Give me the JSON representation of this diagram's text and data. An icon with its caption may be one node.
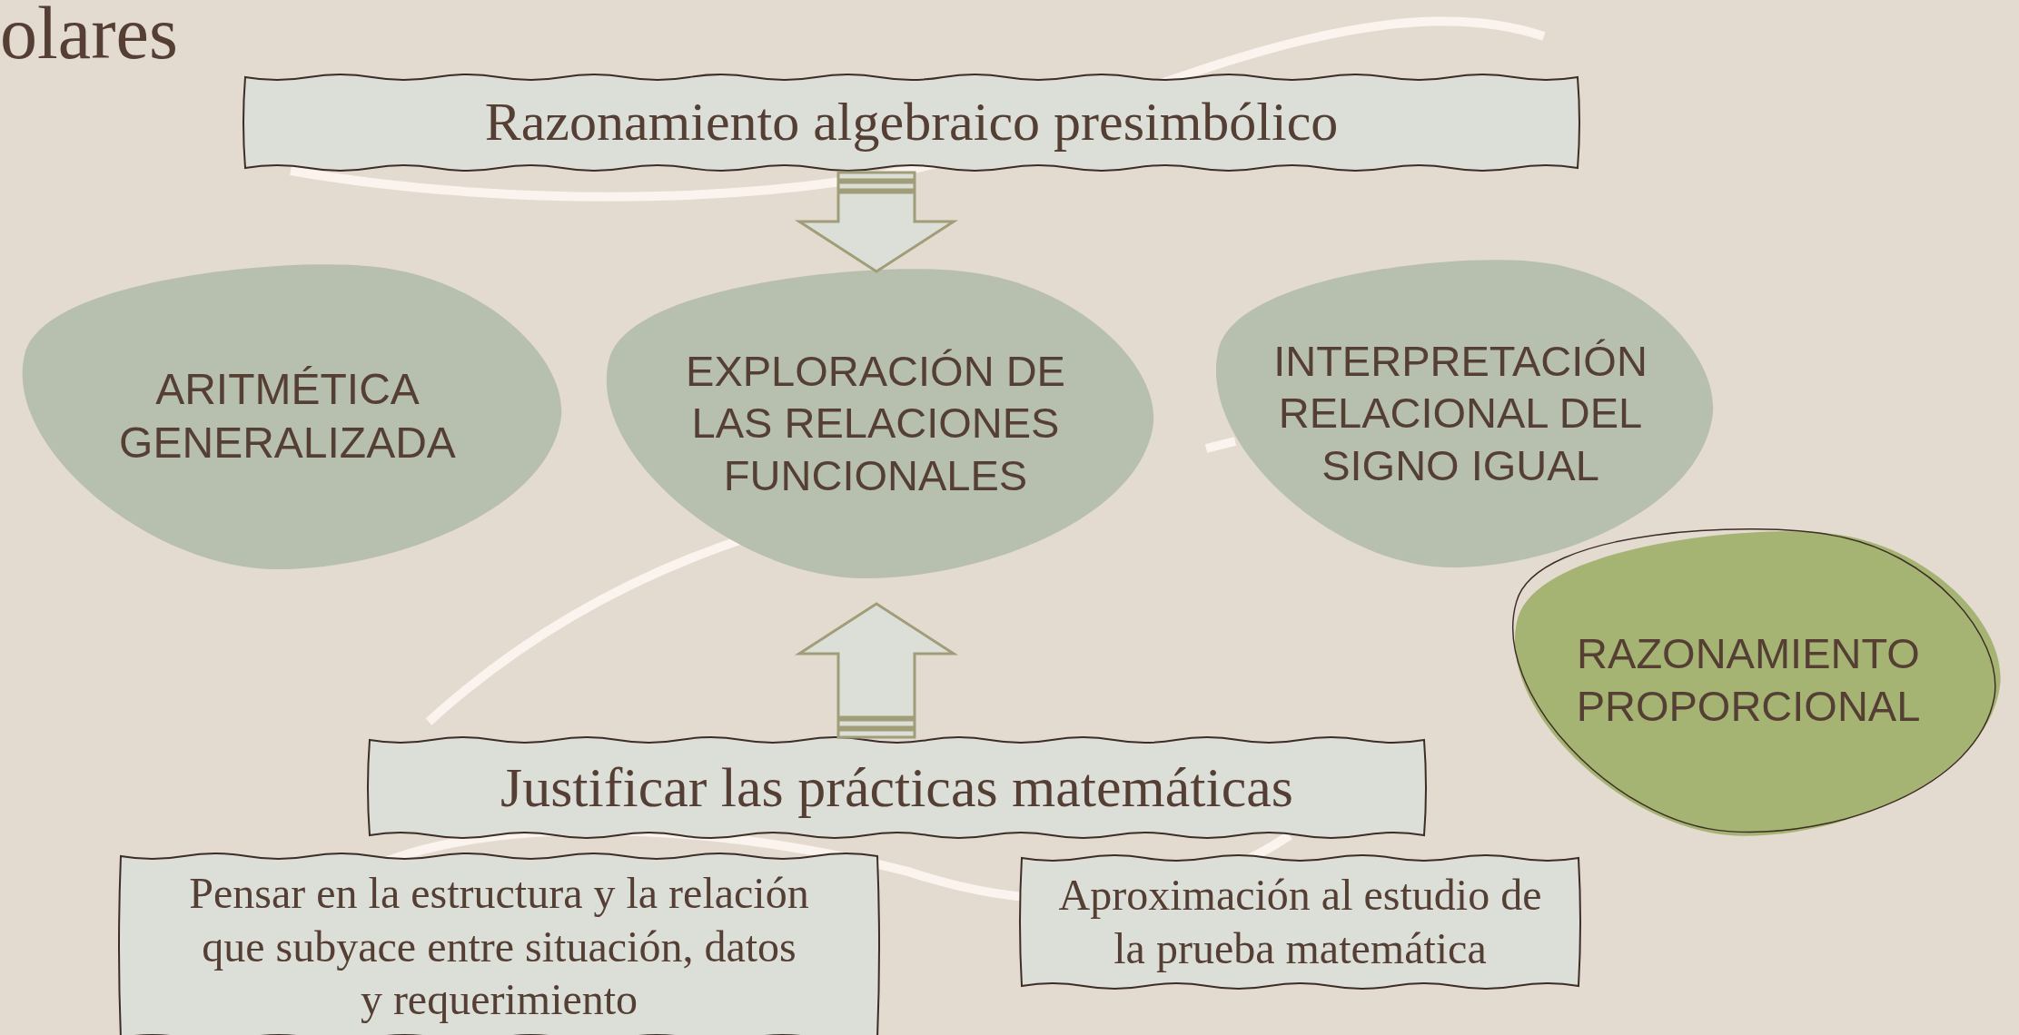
{
  "diagram": {
    "title": "olares",
    "nodes": [
      {
        "text": [
          "Razonamiento algebraico presimbólico"
        ]
      },
      {
        "text": [
          "ARITMÉTICA GENERALIZADA"
        ]
      },
      {
        "text": [
          "EXPLORACIÓN DE LAS RELACIONES FUNCIONALES"
        ]
      },
      {
        "text": [
          "INTERPRETACIÓN RELACIONAL DEL SIGNO IGUAL"
        ]
      },
      {
        "text": [
          "RAZONAMIENTO PROPORCIONAL"
        ]
      },
      {
        "text": [
          "Justificar las prácticas matemáticas"
        ]
      },
      {
        "text": [
          "Pensar en la estructura y la relación que subyace entre situación, datos y requerimiento"
        ]
      },
      {
        "text": [
          "Aproximación al estudio de la prueba matemática"
        ]
      }
    ],
    "edges": [
      {
        "from": 0,
        "to": 2,
        "arrow": "to"
      },
      {
        "from": 5,
        "to": 2,
        "arrow": "to"
      }
    ]
  }
}
